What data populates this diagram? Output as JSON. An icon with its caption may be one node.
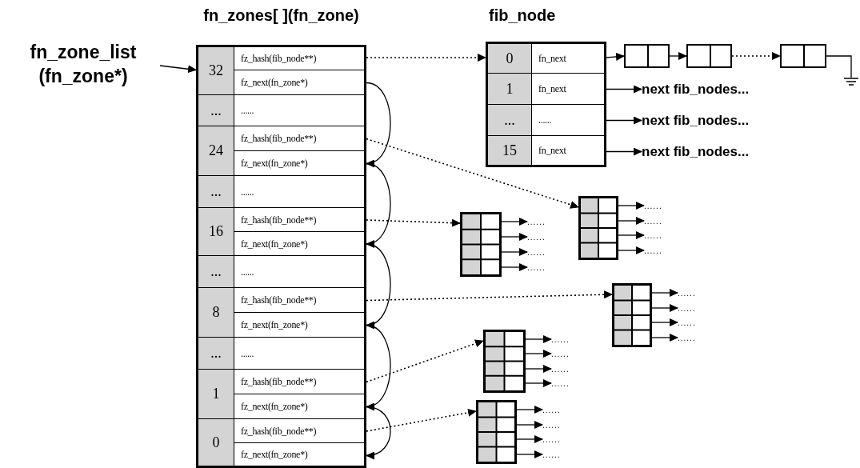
{
  "diagram": {
    "nodes": [
      {
        "text": [
          "fn_zones[ ](fn_zone)"
        ]
      },
      {
        "text": [
          "32"
        ],
        "in": 0
      },
      {
        "text": [
          "fz_hash(fib_node**)"
        ],
        "in": 0
      },
      {
        "text": [
          "fz_next(fn_zone*)"
        ],
        "in": 0
      },
      {
        "text": [
          "..."
        ],
        "in": 0
      },
      {
        "text": [
          "......"
        ],
        "in": 0
      },
      {
        "text": [
          "24"
        ],
        "in": 0
      },
      {
        "text": [
          "fz_hash(fib_node**)"
        ],
        "in": 0
      },
      {
        "text": [
          "fz_next(fn_zone*)"
        ],
        "in": 0
      },
      {
        "text": [
          "..."
        ],
        "in": 0
      },
      {
        "text": [
          "......"
        ],
        "in": 0
      },
      {
        "text": [
          "16"
        ],
        "in": 0
      },
      {
        "text": [
          "fz_hash(fib_node**)"
        ],
        "in": 0
      },
      {
        "text": [
          "fz_next(fn_zone*)"
        ],
        "in": 0
      },
      {
        "text": [
          "..."
        ],
        "in": 0
      },
      {
        "text": [
          "......"
        ],
        "in": 0
      },
      {
        "text": [
          "8"
        ],
        "in": 0
      },
      {
        "text": [
          "fz_hash(fib_node**)"
        ],
        "in": 0
      },
      {
        "text": [
          "fz_next(fn_zone*)"
        ],
        "in": 0
      },
      {
        "text": [
          "..."
        ],
        "in": 0
      },
      {
        "text": [
          "......"
        ],
        "in": 0
      },
      {
        "text": [
          "1"
        ],
        "in": 0
      },
      {
        "text": [
          "fz_hash(fib_node**)"
        ],
        "in": 0
      },
      {
        "text": [
          "fz_next(fn_zone*)"
        ],
        "in": 0
      },
      {
        "text": [
          "0"
        ],
        "in": 0
      },
      {
        "text": [
          "fz_hash(fib_node**)"
        ],
        "in": 0
      },
      {
        "text": [
          "fz_next(fn_zone*)"
        ],
        "in": 0
      },
      {
        "text": [
          "fn_zone_list (fn_zone*)"
        ]
      },
      {
        "text": [
          "fib_node"
        ]
      },
      {
        "text": [
          "0"
        ],
        "in": 28
      },
      {
        "text": [
          "fn_next"
        ],
        "in": 28
      },
      {
        "text": [
          "1"
        ],
        "in": 28
      },
      {
        "text": [
          "fn_next"
        ],
        "in": 28
      },
      {
        "text": [
          "..."
        ],
        "in": 28
      },
      {
        "text": [
          "......"
        ],
        "in": 28
      },
      {
        "text": [
          "15"
        ],
        "in": 28
      },
      {
        "text": [
          "fn_next"
        ],
        "in": 28
      },
      {
        "text": [],
        "shape": "box"
      },
      {
        "text": [],
        "shape": "box"
      },
      {
        "text": [],
        "shape": "box"
      },
      {
        "text": [],
        "shape": "ground"
      },
      {
        "text": [
          "next fib_nodes..."
        ]
      },
      {
        "text": [
          "next fib_nodes..."
        ]
      },
      {
        "text": [
          "next fib_nodes..."
        ]
      },
      {
        "text": [],
        "shape": "table"
      },
      {
        "text": [],
        "shape": "table"
      },
      {
        "text": [],
        "shape": "table"
      },
      {
        "text": [],
        "shape": "table"
      },
      {
        "text": [],
        "shape": "table"
      },
      {
        "text": [
          "......"
        ]
      },
      {
        "text": [
          "......"
        ]
      },
      {
        "text": [
          "......"
        ]
      },
      {
        "text": [
          "......"
        ]
      },
      {
        "text": [
          "......"
        ]
      },
      {
        "text": [
          "......"
        ]
      },
      {
        "text": [
          "......"
        ]
      },
      {
        "text": [
          "......"
        ]
      },
      {
        "text": [
          "......"
        ]
      },
      {
        "text": [
          "......"
        ]
      },
      {
        "text": [
          "......"
        ]
      },
      {
        "text": [
          "......"
        ]
      },
      {
        "text": [
          "......"
        ]
      },
      {
        "text": [
          "......"
        ]
      },
      {
        "text": [
          "......"
        ]
      },
      {
        "text": [
          "......"
        ]
      },
      {
        "text": [
          "......"
        ]
      },
      {
        "text": [
          "......"
        ]
      },
      {
        "text": [
          "......"
        ]
      },
      {
        "text": [
          "......"
        ]
      }
    ],
    "edges": [
      {
        "from": 27,
        "to": 1,
        "arrow": "to"
      },
      {
        "from": 3,
        "to": 8,
        "arrow": "to"
      },
      {
        "from": 8,
        "to": 13,
        "arrow": "to"
      },
      {
        "from": 13,
        "to": 18,
        "arrow": "to"
      },
      {
        "from": 18,
        "to": 23,
        "arrow": "to"
      },
      {
        "from": 23,
        "to": 26,
        "arrow": "to"
      },
      {
        "from": 2,
        "to": 29,
        "arrow": "to",
        "style": "dashed"
      },
      {
        "from": 7,
        "to": 44,
        "arrow": "to",
        "style": "dashed"
      },
      {
        "from": 12,
        "to": 45,
        "arrow": "to",
        "style": "dashed"
      },
      {
        "from": 17,
        "to": 46,
        "arrow": "to",
        "style": "dashed"
      },
      {
        "from": 22,
        "to": 47,
        "arrow": "to",
        "style": "dashed"
      },
      {
        "from": 25,
        "to": 48,
        "arrow": "to",
        "style": "dashed"
      },
      {
        "from": 30,
        "to": 37,
        "arrow": "to"
      },
      {
        "from": 37,
        "to": 38,
        "arrow": "to"
      },
      {
        "from": 38,
        "to": 39,
        "arrow": "to",
        "style": "dashed"
      },
      {
        "from": 39,
        "to": 40,
        "arrow": "none"
      },
      {
        "from": 32,
        "to": 41,
        "arrow": "to"
      },
      {
        "from": 34,
        "to": 42,
        "arrow": "to"
      },
      {
        "from": 36,
        "to": 43,
        "arrow": "to"
      },
      {
        "from": 44,
        "to": 49,
        "arrow": "to"
      },
      {
        "from": 44,
        "to": 50,
        "arrow": "to"
      },
      {
        "from": 44,
        "to": 51,
        "arrow": "to"
      },
      {
        "from": 44,
        "to": 52,
        "arrow": "to"
      },
      {
        "from": 45,
        "to": 53,
        "arrow": "to"
      },
      {
        "from": 45,
        "to": 54,
        "arrow": "to"
      },
      {
        "from": 45,
        "to": 55,
        "arrow": "to"
      },
      {
        "from": 45,
        "to": 56,
        "arrow": "to"
      },
      {
        "from": 46,
        "to": 57,
        "arrow": "to"
      },
      {
        "from": 46,
        "to": 58,
        "arrow": "to"
      },
      {
        "from": 46,
        "to": 59,
        "arrow": "to"
      },
      {
        "from": 46,
        "to": 60,
        "arrow": "to"
      },
      {
        "from": 47,
        "to": 61,
        "arrow": "to"
      },
      {
        "from": 47,
        "to": 62,
        "arrow": "to"
      },
      {
        "from": 47,
        "to": 63,
        "arrow": "to"
      },
      {
        "from": 47,
        "to": 64,
        "arrow": "to"
      },
      {
        "from": 48,
        "to": 65,
        "arrow": "to"
      },
      {
        "from": 48,
        "to": 66,
        "arrow": "to"
      },
      {
        "from": 48,
        "to": 67,
        "arrow": "to"
      },
      {
        "from": 48,
        "to": 68,
        "arrow": "to"
      }
    ]
  }
}
